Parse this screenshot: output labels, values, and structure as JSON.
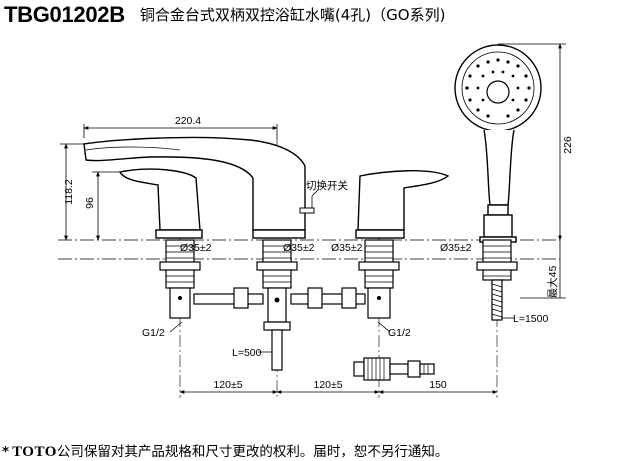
{
  "header": {
    "model": "TBG01202B",
    "title": "铜合金台式双柄双控浴缸水嘴(4孔)（GO系列)"
  },
  "dimensions": {
    "spout_length": "220.4",
    "spout_height": "118.2",
    "handle_height": "96",
    "diverter_label": "切换开关",
    "hole_dia_1": "Ø35±2",
    "hole_dia_2": "Ø35±2",
    "hole_dia_3": "Ø35±2",
    "hole_dia_4": "Ø35±2",
    "max_deck": "最大45",
    "hand_shower_height": "226",
    "hose_length": "L=1500",
    "thread_left": "G1/2",
    "thread_right": "G1/2",
    "supply_length": "L=500",
    "spacing_1": "120±5",
    "spacing_2": "120±5",
    "spacing_3": "150"
  },
  "footer": {
    "star": "*",
    "brand": "TOTO",
    "notice": "公司保留对其产品规格和尺寸更改的权利。届时，恕不另行通知。"
  }
}
